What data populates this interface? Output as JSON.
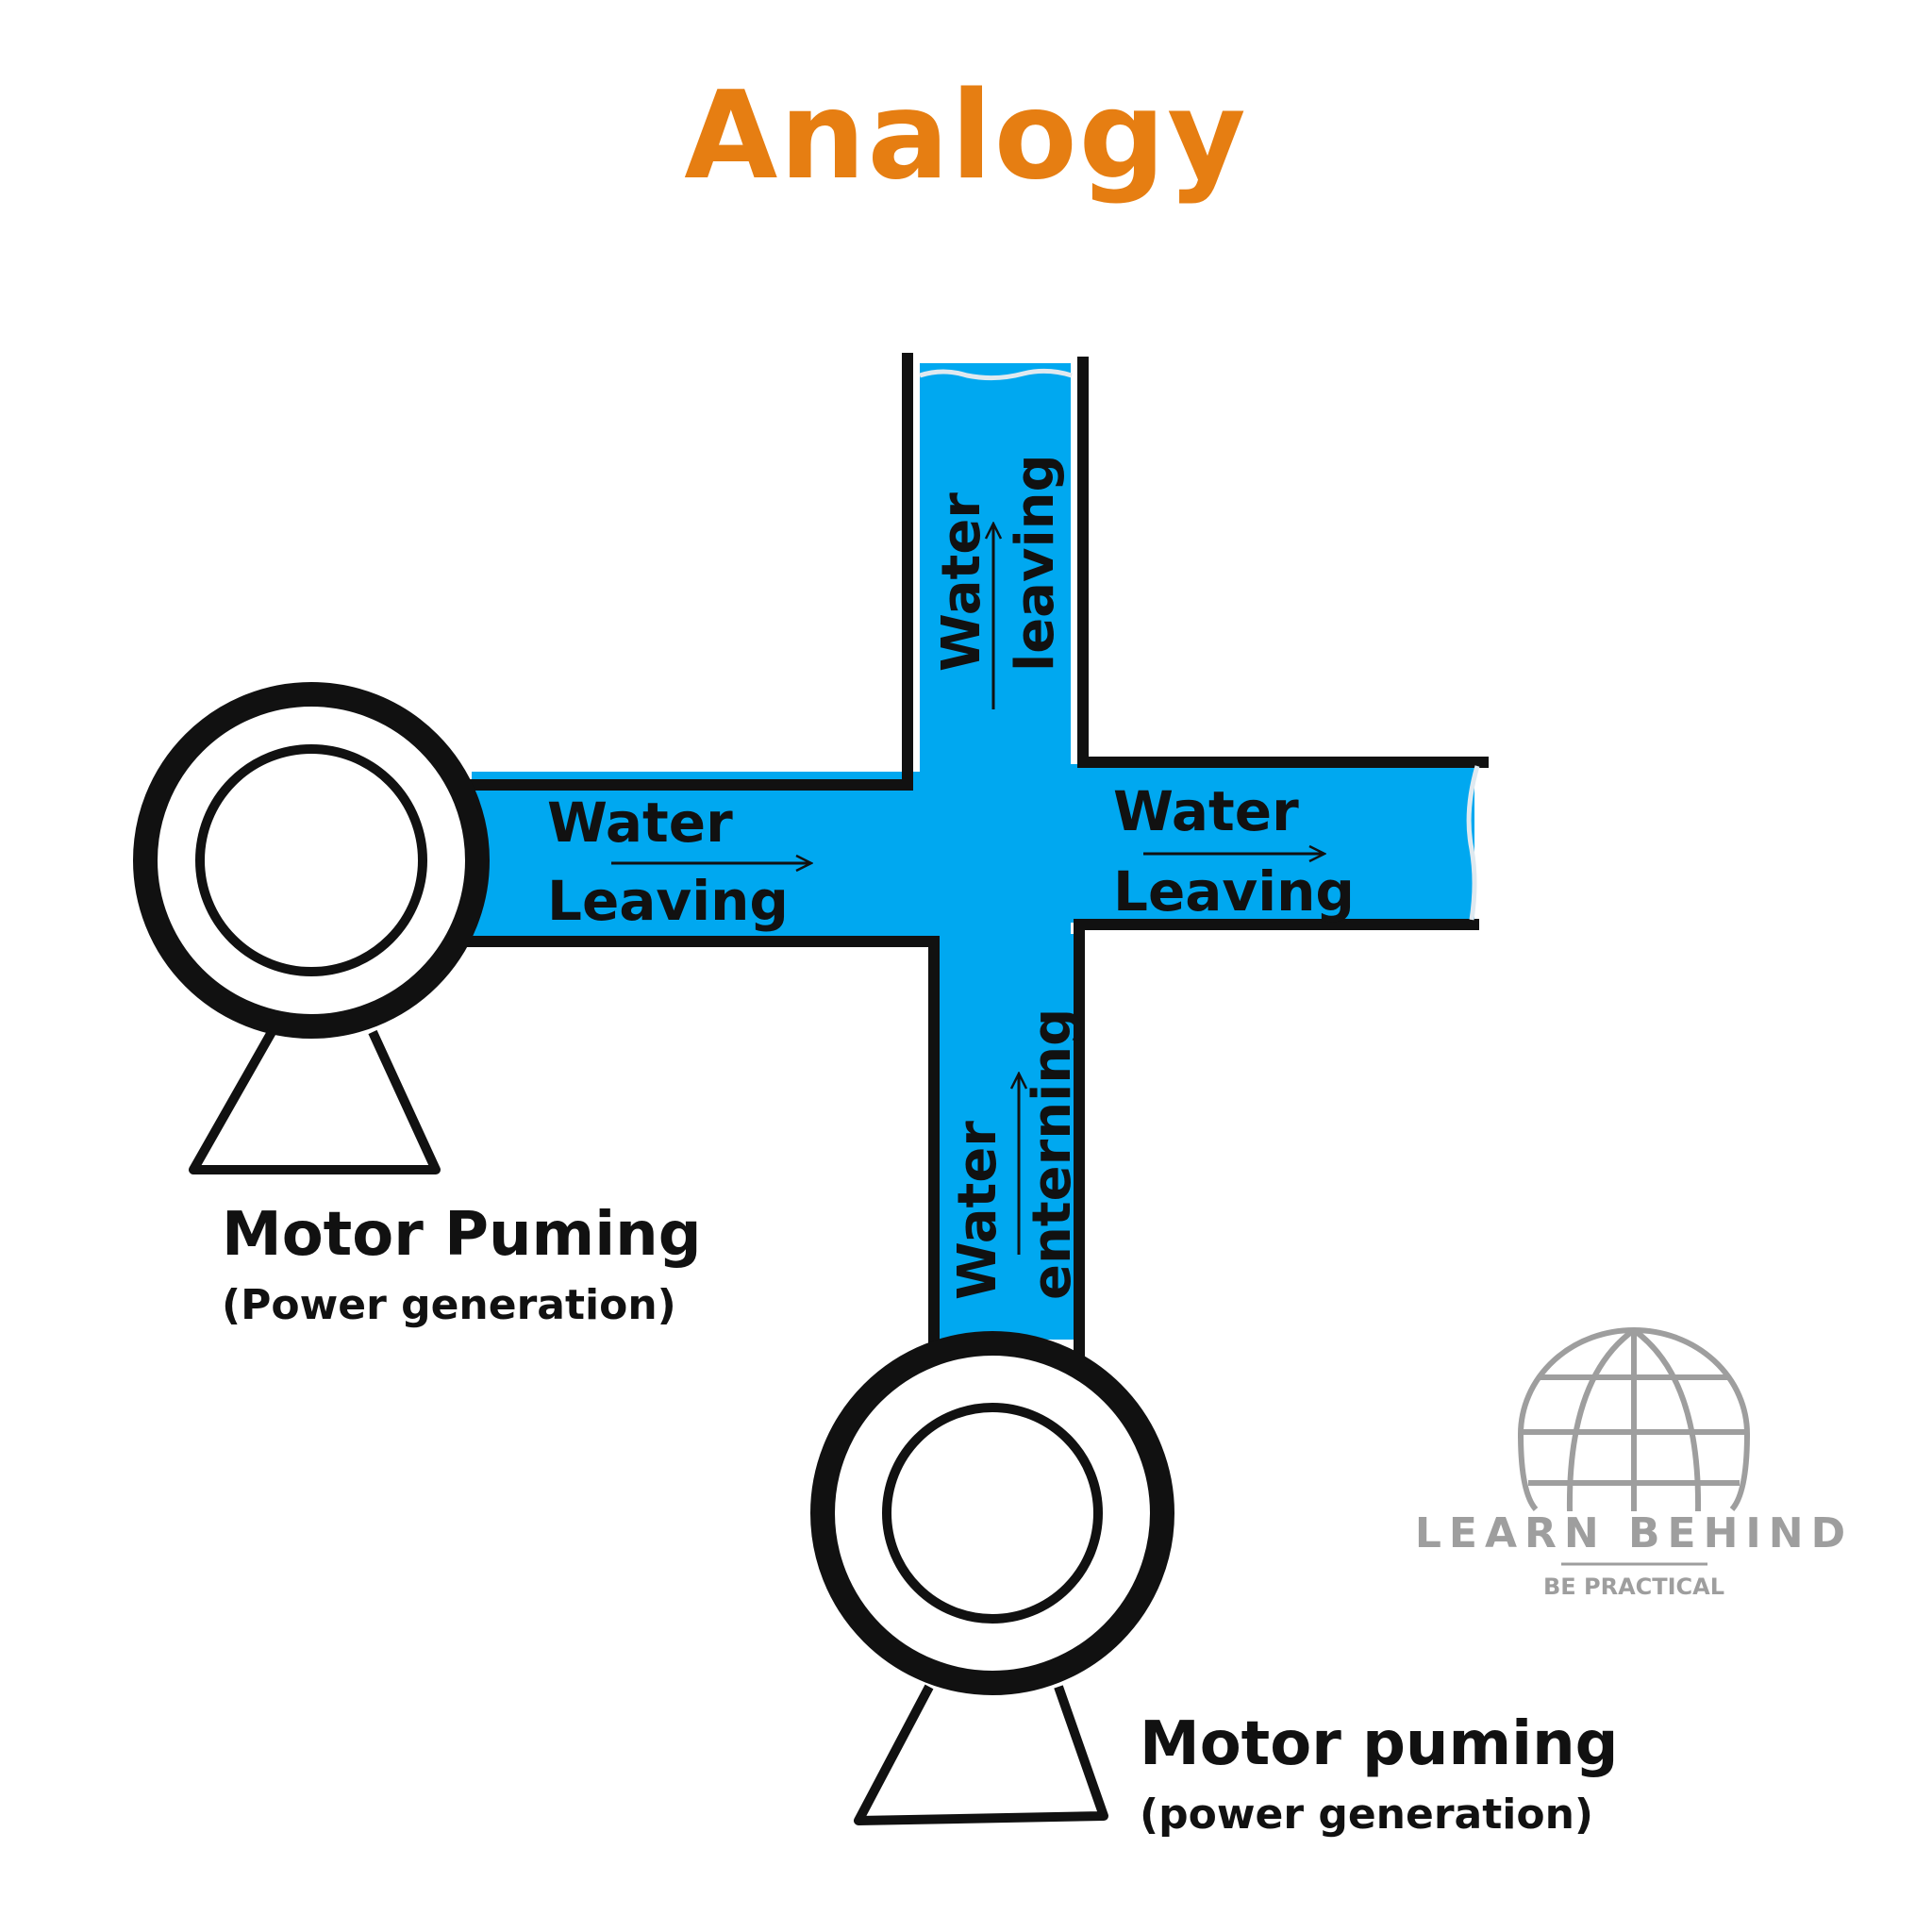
{
  "title": "Analogy",
  "colors": {
    "title": "#E67E12",
    "water": "#00A8F0",
    "outline": "#111111",
    "logo": "#9E9E9E"
  },
  "pipe_labels": {
    "left_pipe": {
      "line1": "Water",
      "line2": "Leaving"
    },
    "right_pipe": {
      "line1": "Water",
      "line2": "Leaving"
    },
    "top_pipe": {
      "line1": "Water",
      "line2": "leaving"
    },
    "bottom_pipe": {
      "line1": "Water",
      "line2": "enterning"
    }
  },
  "motors": {
    "left": {
      "name": "Motor Puming",
      "note": "(Power generation)"
    },
    "bottom": {
      "name": "Motor puming",
      "note": "(power generation)"
    }
  },
  "logo": {
    "icon": "globe-icon",
    "brand": "LEARN BEHIND",
    "tagline": "BE PRACTICAL"
  }
}
